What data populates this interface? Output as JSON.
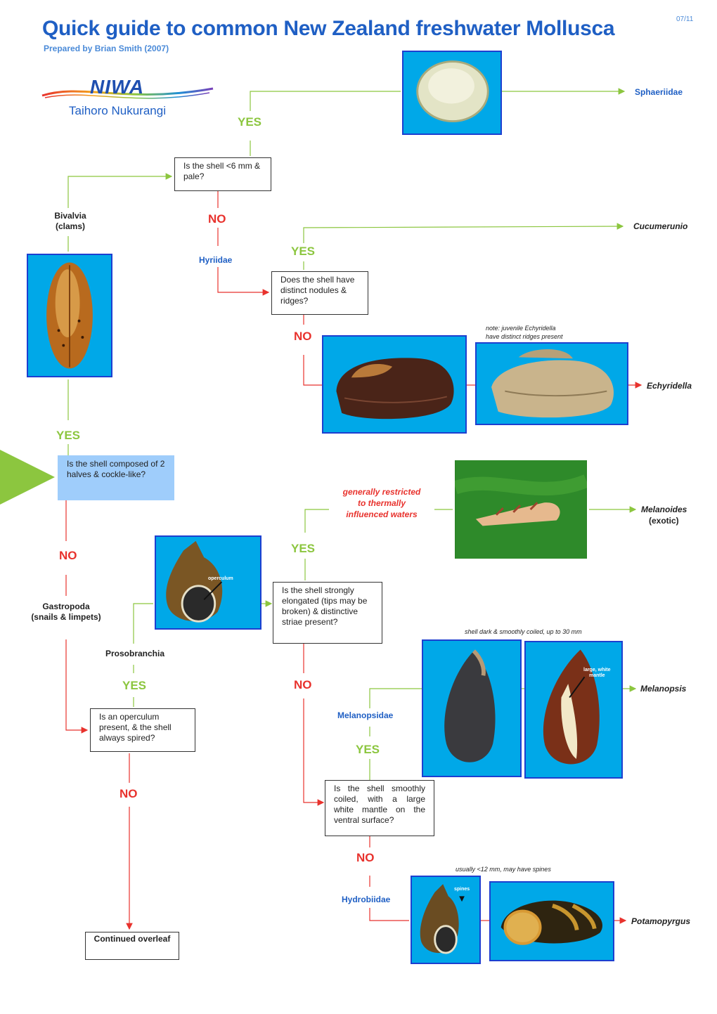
{
  "header": {
    "title": "Quick guide to common New Zealand freshwater Mollusca",
    "subtitle": "Prepared by Brian Smith (2007)",
    "page_number": "07/11"
  },
  "logo": {
    "name": "NIWA",
    "tagline": "Taihoro Nukurangi"
  },
  "colors": {
    "yes": "#8cc63f",
    "no": "#e8322d",
    "title": "#1f5fc4",
    "photo_bg": "#00a8e8",
    "start_box": "#9fcdfb"
  },
  "questions": {
    "q_two_halves": "Is the shell composed of 2 halves & cockle-like?",
    "q_small_pale": "Is the shell <6 mm & pale?",
    "q_nodules": "Does the shell have distinct nodules & ridges?",
    "q_operculum": "Is an operculum present, & the shell always spired?",
    "q_elongated": "Is the shell strongly elongated (tips may be broken) & distinctive striae present?",
    "q_mantle": "Is the shell smoothly coiled, with a large white mantle on the ventral surface?",
    "continued": "Continued overleaf"
  },
  "labels": {
    "yes": "YES",
    "no": "NO"
  },
  "groups": {
    "bivalvia": "Bivalvia (clams)",
    "gastropoda": "Gastropoda (snails & limpets)",
    "prosobranchia": "Prosobranchia"
  },
  "families": {
    "hyriidae": "Hyriidae",
    "melanopsidae": "Melanopsidae",
    "hydrobiidae": "Hydrobiidae"
  },
  "destinations": {
    "sphaeriidae": "Sphaeriidae",
    "cucumerunio": "Cucumerunio",
    "echyridella": "Echyridella",
    "melanoides": "Melanoides",
    "melanoides_note": "(exotic)",
    "melanopsis": "Melanopsis",
    "potamopyrgus": "Potamopyrgus"
  },
  "notes": {
    "juvenile_1": "note: juvenile Echyridella",
    "juvenile_2": "have distinct ridges present",
    "warm_waters": "generally restricted to thermally influenced waters",
    "melanopsis_size": "shell dark & smoothly coiled, up to 30 mm",
    "potamopyrgus_size": "usually <12 mm, may have spines"
  },
  "photo_labels": {
    "operculum": "operculum",
    "mantle_1": "large, white",
    "mantle_2": "mantle",
    "spines": "spines"
  }
}
